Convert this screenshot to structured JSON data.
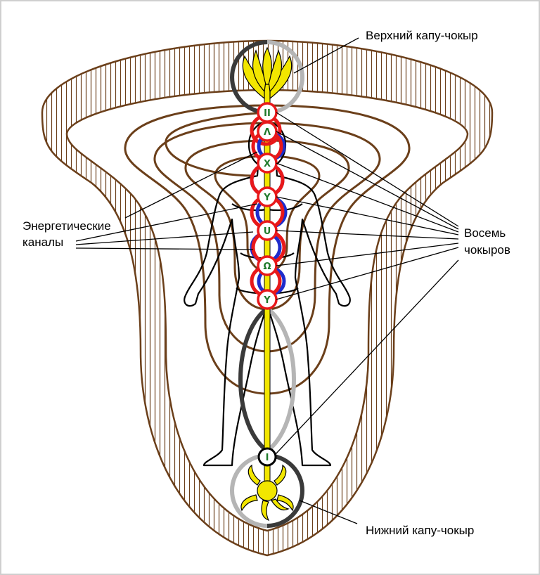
{
  "labels": {
    "upper_node": "Верхний капу-чокыр",
    "lower_node": "Нижний капу-чокыр",
    "channels_line1": "Энергетические",
    "channels_line2": "каналы",
    "chakras_line1": "Восемь",
    "chakras_line2": "чокыров"
  },
  "chakra_symbols": [
    "II",
    "Λ",
    "X",
    "Y",
    "U",
    "Ω",
    "Y",
    "I"
  ],
  "colors": {
    "aura": "#6b3f1a",
    "hatch": "#6b3f1a",
    "channel": "#f2e600",
    "chakra_ring": "#e8181a",
    "chakra_ring_alt": "#1e2ccc",
    "symbol": "#1e7a2a",
    "node_dark": "#3a3a3a",
    "node_light": "#b5b5b5",
    "figure": "#000000"
  }
}
